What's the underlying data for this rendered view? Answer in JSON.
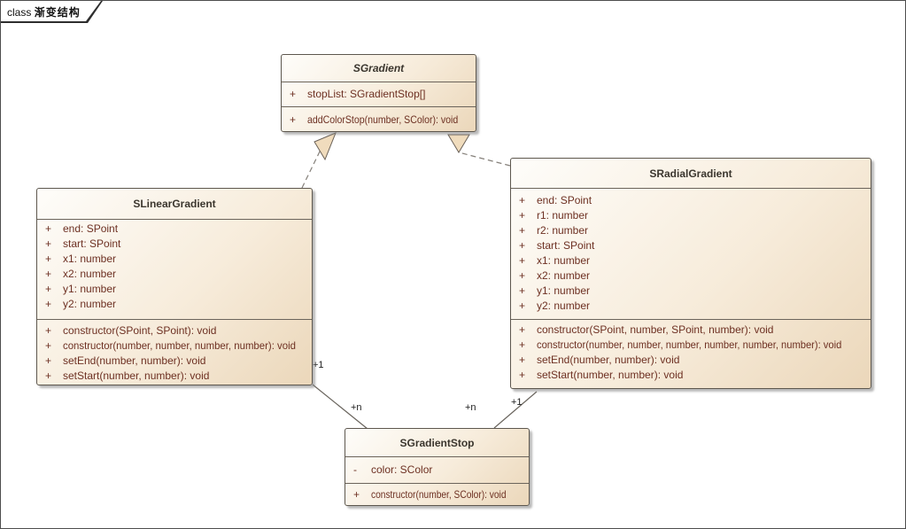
{
  "frame": {
    "keyword": "class",
    "title": "渐变结构"
  },
  "colors": {
    "box_fill_light": "#fefdfa",
    "box_fill_dark": "#ebd7ba",
    "box_border": "#5d574e",
    "member_text": "#6d3022",
    "title_text": "#3b362e",
    "arrowhead_fill": "#f0dcbd",
    "connector_line": "#6a655e"
  },
  "classes": {
    "sgradient": {
      "name": "SGradient",
      "attributes": [
        {
          "vis": "+",
          "text": "stopList: SGradientStop[]"
        }
      ],
      "methods": [
        {
          "vis": "+",
          "text": "addColorStop(number, SColor): void"
        }
      ]
    },
    "slinear": {
      "name": "SLinearGradient",
      "attributes": [
        {
          "vis": "+",
          "text": "end: SPoint"
        },
        {
          "vis": "+",
          "text": "start: SPoint"
        },
        {
          "vis": "+",
          "text": "x1: number"
        },
        {
          "vis": "+",
          "text": "x2: number"
        },
        {
          "vis": "+",
          "text": "y1: number"
        },
        {
          "vis": "+",
          "text": "y2: number"
        }
      ],
      "methods": [
        {
          "vis": "+",
          "text": "constructor(SPoint, SPoint): void"
        },
        {
          "vis": "+",
          "text": "constructor(number, number, number, number): void"
        },
        {
          "vis": "+",
          "text": "setEnd(number, number): void"
        },
        {
          "vis": "+",
          "text": "setStart(number, number): void"
        }
      ]
    },
    "sradial": {
      "name": "SRadialGradient",
      "attributes": [
        {
          "vis": "+",
          "text": "end: SPoint"
        },
        {
          "vis": "+",
          "text": "r1: number"
        },
        {
          "vis": "+",
          "text": "r2: number"
        },
        {
          "vis": "+",
          "text": "start: SPoint"
        },
        {
          "vis": "+",
          "text": "x1: number"
        },
        {
          "vis": "+",
          "text": "x2: number"
        },
        {
          "vis": "+",
          "text": "y1: number"
        },
        {
          "vis": "+",
          "text": "y2: number"
        }
      ],
      "methods": [
        {
          "vis": "+",
          "text": "constructor(SPoint, number, SPoint, number): void"
        },
        {
          "vis": "+",
          "text": "constructor(number, number, number, number, number, number): void"
        },
        {
          "vis": "+",
          "text": "setEnd(number, number): void"
        },
        {
          "vis": "+",
          "text": "setStart(number, number): void"
        }
      ]
    },
    "sstop": {
      "name": "SGradientStop",
      "attributes": [
        {
          "vis": "-",
          "text": "color: SColor"
        }
      ],
      "methods": [
        {
          "vis": "+",
          "text": "constructor(number, SColor): void"
        }
      ]
    }
  },
  "connector_labels": {
    "linear_source": "+1",
    "linear_target": "+n",
    "radial_source": "+1",
    "radial_target": "+n"
  }
}
